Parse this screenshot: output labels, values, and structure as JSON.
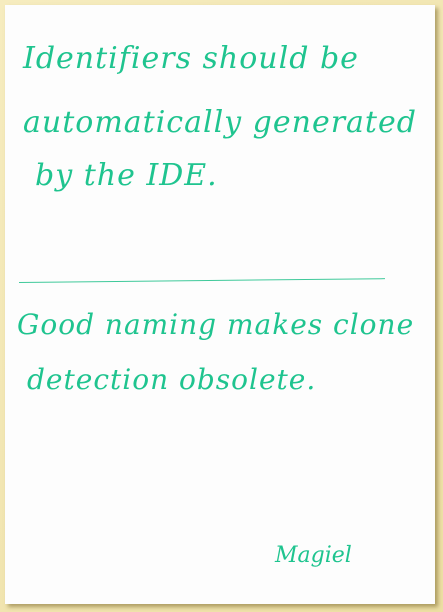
{
  "note": {
    "lines_top": [
      "Identifiers should be",
      "automatically generated",
      "by the IDE."
    ],
    "lines_bottom": [
      "Good naming makes clone",
      "detection obsolete."
    ],
    "signature": "Magiel"
  },
  "colors": {
    "ink": "#1fc48f",
    "frame": "#f2e7b4",
    "paper": "#fdfdfd"
  }
}
